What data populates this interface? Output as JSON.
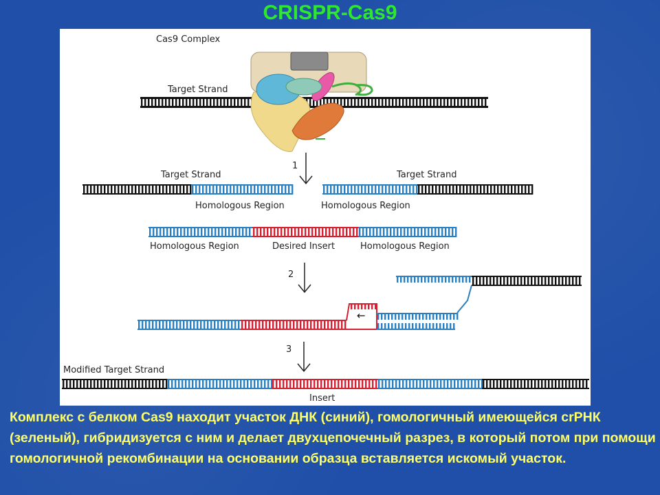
{
  "slide": {
    "title": "CRISPR-Cas9",
    "caption": "Комплекс с белком Cas9 находит участок ДНК (синий), гомологичный имеющейся crРНК (зеленый), гибридизуется с ним и делает двухцепочечный разрез, в который потом при помощи гомологичной рекомбинации на основании образца вставляется искомый участок."
  },
  "figure": {
    "complex_label": "Cas9 Complex",
    "target_strand_label": "Target Strand",
    "homologous_region_label": "Homologous Region",
    "desired_insert_label": "Desired Insert",
    "modified_target_label": "Modified Target Strand",
    "insert_label": "Insert",
    "step_1": "1",
    "step_2": "2",
    "step_3": "3",
    "arrow_glyph": "←"
  },
  "colors": {
    "background": "#1f4fa8",
    "title": "#2ee82e",
    "caption": "#ffff66",
    "dna_black": "#111111",
    "dna_blue": "#2a7fc0",
    "dna_red": "#d42030",
    "crrna_green": "#3fae3f"
  }
}
